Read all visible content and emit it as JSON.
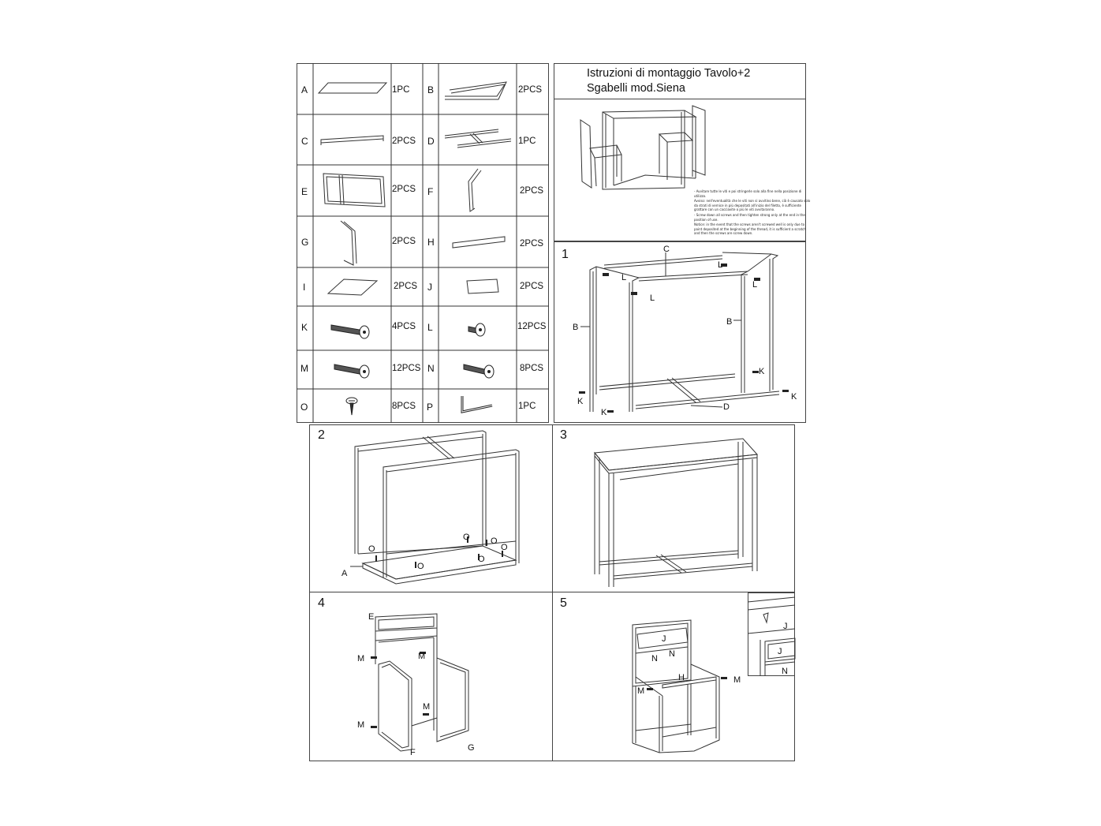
{
  "header": {
    "title_line1": "Istruzioni di montaggio Tavolo+2",
    "title_line2": "Sgabelli mod.Siena"
  },
  "parts": [
    {
      "letter": "A",
      "qty": "1PC",
      "icon": "tabletop-panel-icon"
    },
    {
      "letter": "B",
      "qty": "2PCS",
      "icon": "side-frame-icon"
    },
    {
      "letter": "C",
      "qty": "2PCS",
      "icon": "top-rail-icon"
    },
    {
      "letter": "D",
      "qty": "1PC",
      "icon": "base-frame-icon"
    },
    {
      "letter": "E",
      "qty": "2PCS",
      "icon": "backrest-frame-icon"
    },
    {
      "letter": "F",
      "qty": "2PCS",
      "icon": "stool-side-frame-icon"
    },
    {
      "letter": "G",
      "qty": "2PCS",
      "icon": "stool-side-frame-icon"
    },
    {
      "letter": "H",
      "qty": "2PCS",
      "icon": "crossbar-icon"
    },
    {
      "letter": "I",
      "qty": "2PCS",
      "icon": "seat-panel-icon"
    },
    {
      "letter": "J",
      "qty": "2PCS",
      "icon": "back-panel-icon"
    },
    {
      "letter": "K",
      "qty": "4PCS",
      "icon": "long-bolt-icon"
    },
    {
      "letter": "L",
      "qty": "12PCS",
      "icon": "short-bolt-icon"
    },
    {
      "letter": "M",
      "qty": "12PCS",
      "icon": "medium-bolt-icon"
    },
    {
      "letter": "N",
      "qty": "8PCS",
      "icon": "bolt-icon"
    },
    {
      "letter": "O",
      "qty": "8PCS",
      "icon": "wood-screw-icon"
    },
    {
      "letter": "P",
      "qty": "1PC",
      "icon": "allen-key-icon"
    }
  ],
  "notes": [
    "- Avvitare tutte le viti e poi stringerle solo alla fine nella posizione di utilizzo.",
    "Avviso: nell'eventualità che le viti non si avvitino bene, ciò è causato solo da strati di vernice in più depositati all'inizio del filetto, è sufficiente grattare con un cacciavite o più le viti avvitaranno.",
    "- Screw down all screws and then tighten strong only at the end in the position of use.",
    "Notice: in the event that the screws aren't screwed well is only due to paint deposited at the beginning of the thread, it is sufficient a scratch and then the screws are screw down."
  ],
  "steps": [
    {
      "number": "1",
      "labels": {
        "c": "C",
        "l": "L",
        "b": "B",
        "k": "K",
        "d": "D"
      }
    },
    {
      "number": "2",
      "labels": {
        "o": "O",
        "a": "A"
      }
    },
    {
      "number": "3"
    },
    {
      "number": "4",
      "labels": {
        "e": "E",
        "m": "M",
        "f": "F",
        "g": "G"
      }
    },
    {
      "number": "5",
      "labels": {
        "j": "J",
        "n": "N",
        "h": "H",
        "m": "M"
      }
    }
  ]
}
